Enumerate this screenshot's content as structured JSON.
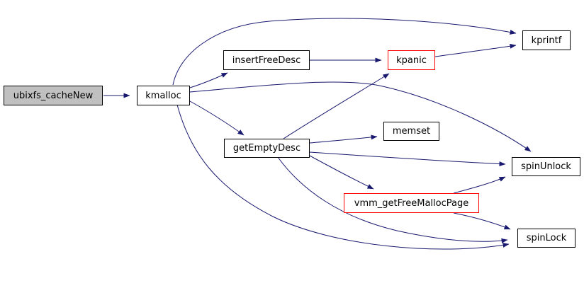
{
  "graph": {
    "type": "call-graph",
    "background_color": "#ffffff",
    "edge_color": "#191970",
    "current_node_fill": "#c0c0c0",
    "highlight_border_color": "#ff0000",
    "default_border_color": "#000000",
    "nodes": [
      {
        "id": "ubixfs_cacheNew",
        "label": "ubixfs_cacheNew",
        "fill": "#c0c0c0",
        "border": "#000000",
        "current": true
      },
      {
        "id": "kmalloc",
        "label": "kmalloc",
        "fill": "#ffffff",
        "border": "#000000",
        "current": false
      },
      {
        "id": "insertFreeDesc",
        "label": "insertFreeDesc",
        "fill": "#ffffff",
        "border": "#000000",
        "current": false
      },
      {
        "id": "kpanic",
        "label": "kpanic",
        "fill": "#ffffff",
        "border": "#ff0000",
        "current": false
      },
      {
        "id": "kprintf",
        "label": "kprintf",
        "fill": "#ffffff",
        "border": "#000000",
        "current": false
      },
      {
        "id": "getEmptyDesc",
        "label": "getEmptyDesc",
        "fill": "#ffffff",
        "border": "#000000",
        "current": false
      },
      {
        "id": "memset",
        "label": "memset",
        "fill": "#ffffff",
        "border": "#000000",
        "current": false
      },
      {
        "id": "spinUnlock",
        "label": "spinUnlock",
        "fill": "#ffffff",
        "border": "#000000",
        "current": false
      },
      {
        "id": "vmm_getFreeMallocPage",
        "label": "vmm_getFreeMallocPage",
        "fill": "#ffffff",
        "border": "#ff0000",
        "current": false
      },
      {
        "id": "spinLock",
        "label": "spinLock",
        "fill": "#ffffff",
        "border": "#000000",
        "current": false
      }
    ],
    "edges": [
      {
        "from": "ubixfs_cacheNew",
        "to": "kmalloc"
      },
      {
        "from": "kmalloc",
        "to": "insertFreeDesc"
      },
      {
        "from": "kmalloc",
        "to": "kprintf"
      },
      {
        "from": "kmalloc",
        "to": "getEmptyDesc"
      },
      {
        "from": "kmalloc",
        "to": "spinUnlock"
      },
      {
        "from": "kmalloc",
        "to": "spinLock"
      },
      {
        "from": "insertFreeDesc",
        "to": "kpanic"
      },
      {
        "from": "kpanic",
        "to": "kprintf"
      },
      {
        "from": "getEmptyDesc",
        "to": "kpanic"
      },
      {
        "from": "getEmptyDesc",
        "to": "memset"
      },
      {
        "from": "getEmptyDesc",
        "to": "spinUnlock"
      },
      {
        "from": "getEmptyDesc",
        "to": "vmm_getFreeMallocPage"
      },
      {
        "from": "getEmptyDesc",
        "to": "spinLock"
      },
      {
        "from": "vmm_getFreeMallocPage",
        "to": "spinUnlock"
      },
      {
        "from": "vmm_getFreeMallocPage",
        "to": "spinLock"
      }
    ]
  }
}
